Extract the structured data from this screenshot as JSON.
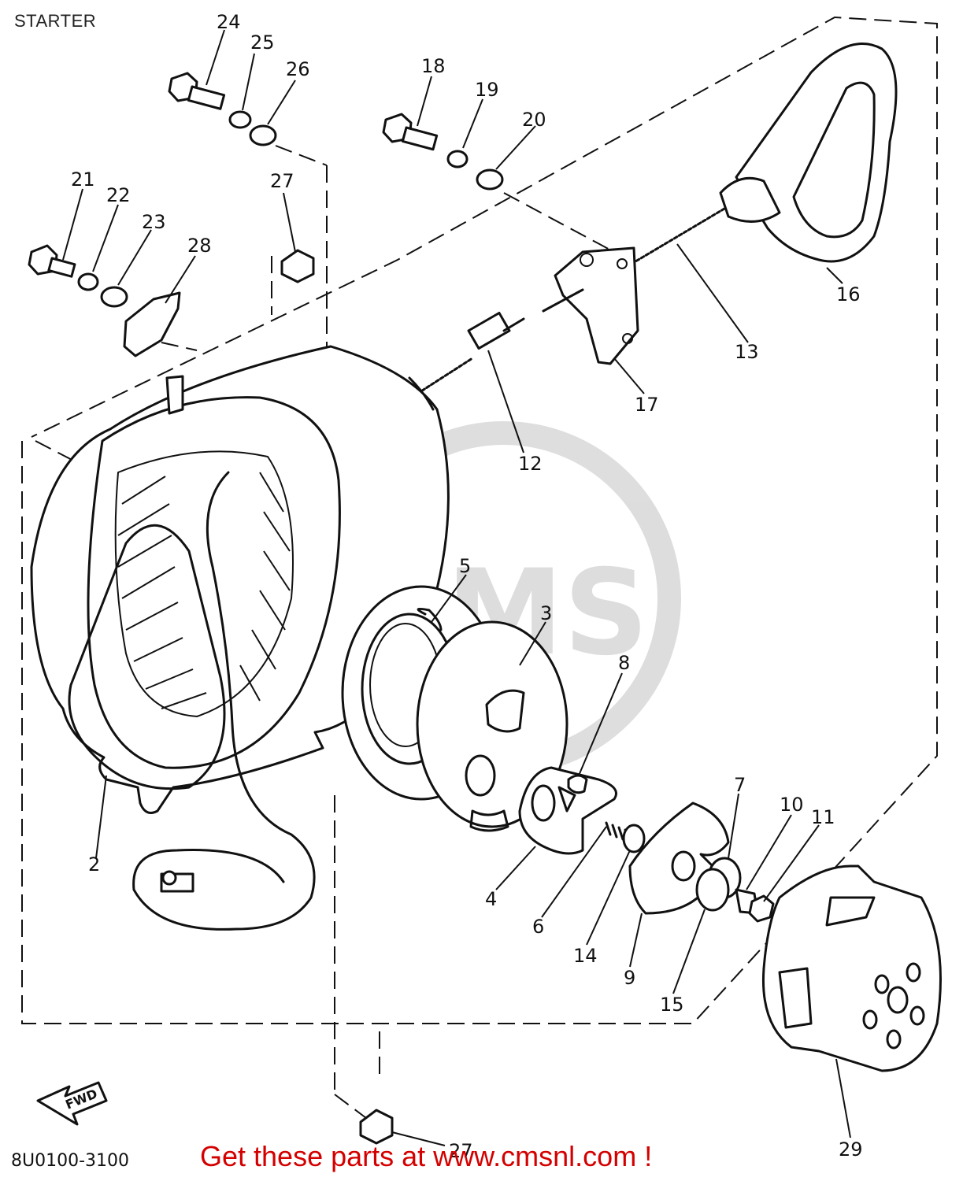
{
  "header": {
    "title": "STARTER"
  },
  "footer": {
    "drawing_code": "8U0100-3100",
    "promo": "Get these parts at www.cmsnl.com !"
  },
  "watermark": {
    "text": "CMS"
  },
  "fwd_arrow": {
    "label": "FWD"
  },
  "callouts": [
    "24",
    "25",
    "26",
    "18",
    "19",
    "20",
    "27",
    "21",
    "22",
    "23",
    "28",
    "16",
    "13",
    "17",
    "12",
    "5",
    "3",
    "8",
    "7",
    "10",
    "11",
    "4",
    "6",
    "14",
    "9",
    "15",
    "2",
    "29",
    "27"
  ]
}
